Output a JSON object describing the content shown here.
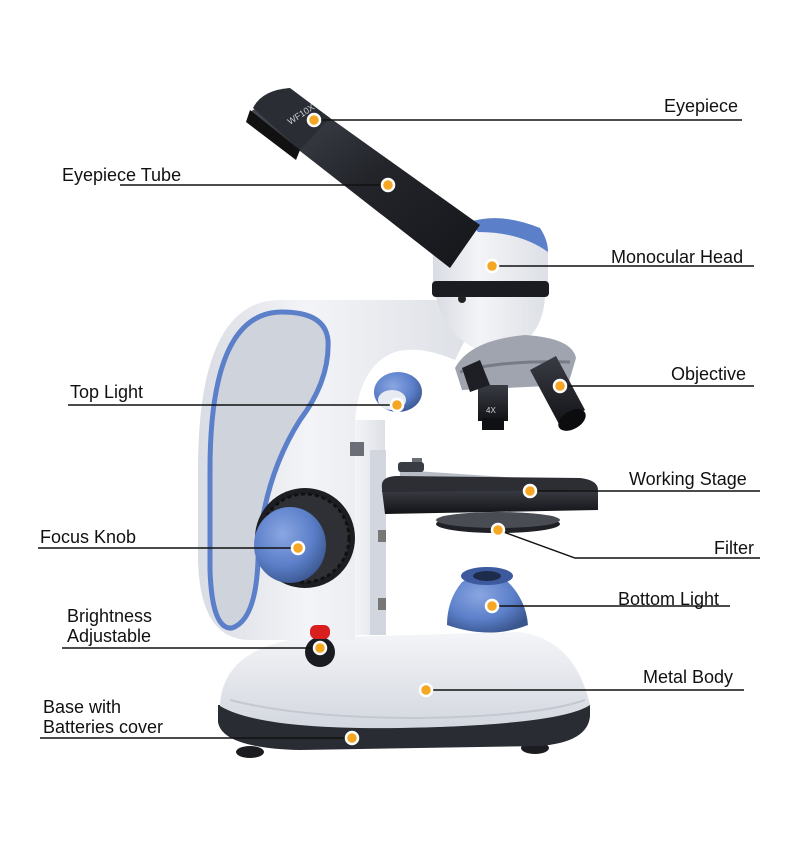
{
  "colors": {
    "background": "#ffffff",
    "leader_line": "#111111",
    "marker_fill": "#f5a623",
    "marker_ring": "#ffffff",
    "body_white": "#eef0f4",
    "body_shadow": "#c9cdd6",
    "accent_blue": "#5b7fc9",
    "dark_blue": "#3d5a9e",
    "black_part": "#1e1f24",
    "red_button": "#d81e1e"
  },
  "eyepiece_marking": "WF10X",
  "objective_marking": "4X",
  "labels": {
    "eyepiece": "Eyepiece",
    "eyepiece_tube": "Eyepiece Tube",
    "monocular_head": "Monocular Head",
    "objective": "Objective",
    "top_light": "Top Light",
    "working_stage": "Working Stage",
    "focus_knob": "Focus Knob",
    "filter": "Filter",
    "bottom_light": "Bottom Light",
    "brightness_line1": "Brightness",
    "brightness_line2": "Adjustable",
    "metal_body": "Metal Body",
    "base_line1": "Base with",
    "base_line2": "Batteries cover"
  }
}
